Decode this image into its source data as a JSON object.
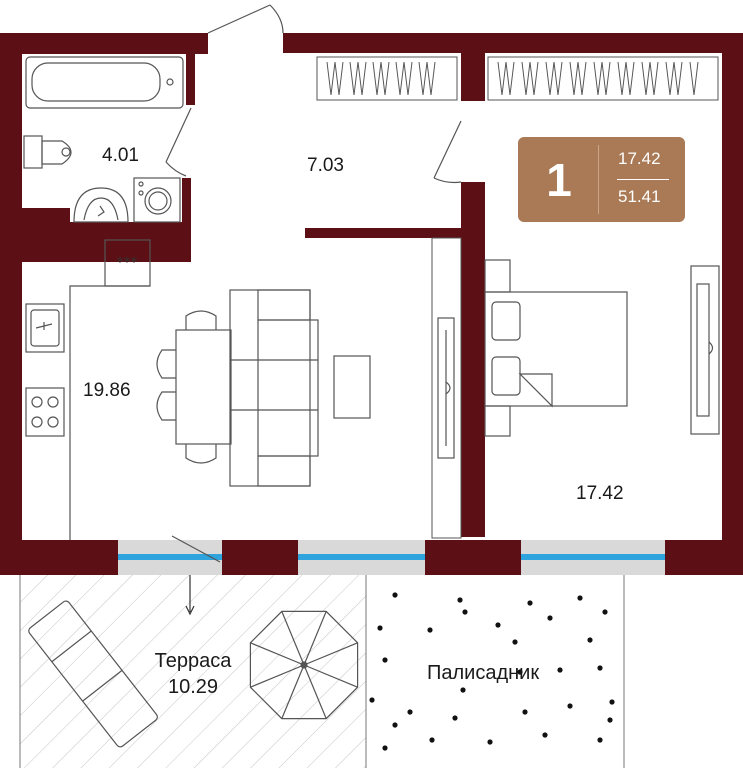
{
  "plan": {
    "colors": {
      "wall": "#5c0f14",
      "badge": "#a97a55",
      "window_glass": "#2fa3dd",
      "furniture_line": "#444444",
      "terrace_hatch": "#bfbfbf"
    },
    "badge": {
      "rooms": "1",
      "living_area": "17.42",
      "total_area": "51.41"
    },
    "rooms": {
      "bathroom_area": "4.01",
      "hall_area": "7.03",
      "kitchen_living_area": "19.86",
      "bedroom_area": "17.42"
    },
    "outdoor": {
      "terrace_label": "Терраса",
      "terrace_area": "10.29",
      "garden_label": "Палисадник"
    },
    "icons": [
      "bathtub-icon",
      "toilet-icon",
      "sink-icon",
      "washing-machine-icon",
      "stove-icon",
      "kitchen-sink-icon",
      "dining-table-icon",
      "sofa-icon",
      "bed-icon",
      "tv-icon",
      "wardrobe-icon",
      "sun-lounger-icon",
      "umbrella-icon"
    ]
  }
}
